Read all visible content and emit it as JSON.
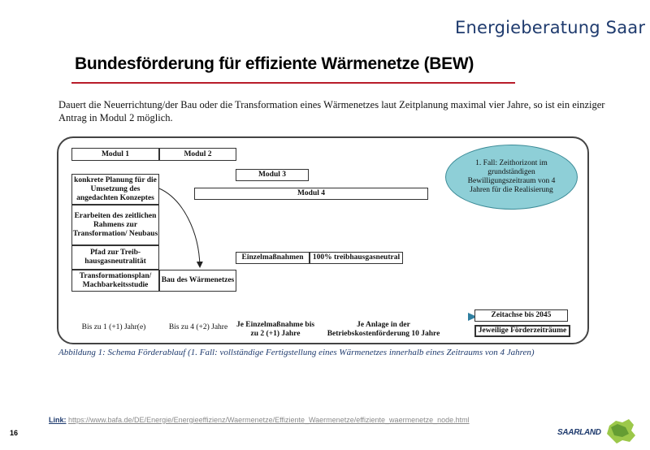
{
  "header": {
    "brand": "Energieberatung Saar",
    "title": "Bundesförderung für effiziente Wärmenetze (BEW)"
  },
  "intro_text": "Dauert die Neuerrichtung/der Bau oder die Transformation eines Wärmenetzes laut Zeitplanung maximal vier Jahre, so ist ein einziger Antrag in Modul 2 möglich.",
  "diagram": {
    "modul1": "Modul 1",
    "modul2": "Modul 2",
    "modul3": "Modul 3",
    "modul4": "Modul 4",
    "steps": [
      "konkrete Planung für die Umsetzung des angedachten Konzeptes",
      "Erarbeiten des zeitlichen Rahmens zur Transformation/ Neubaus",
      "Pfad zur Treib-hausgasneutralität",
      "Transformationsplan/ Machbarkeitsstudie"
    ],
    "bau": "Bau des Wärmenetzes",
    "einzelmassnahmen": "Einzelmaßnahmen",
    "treibhausgasneutral": "100% treibhausgasneutral",
    "ellipse": "1. Fall: Zeithorizont im grundständigen Bewilligungszeitraum von 4 Jahren für die Realisierung",
    "timeline": {
      "label1": "Bis zu 1 (+1) Jahr(e)",
      "label2": "Bis zu 4 (+2) Jahre",
      "label3": "Je Einzelmaßnahme bis zu 2 (+1) Jahre",
      "label4": "Je Anlage in der Betriebskostenförderung 10 Jahre",
      "zeitachse": "Zeitachse bis 2045",
      "foerderzeitraeume": "Jeweilige Förderzeiträume"
    }
  },
  "caption": "Abbildung 1: Schema Förderablauf (1. Fall: vollständige Fertigstellung eines Wärmenetzes innerhalb eines Zeitraums von 4 Jahren)",
  "footer": {
    "link_label": "Link:",
    "link_url": "https://www.bafa.de/DE/Energie/Energieeffizienz/Waermenetze/Effiziente_Waermenetze/effiziente_waermenetze_node.html",
    "page_number": "16",
    "logo_text": "SAARLAND"
  },
  "colors": {
    "accent_red": "#b81c2a",
    "brand_blue": "#1f3b6e",
    "ellipse_fill": "#8ecfd7"
  }
}
